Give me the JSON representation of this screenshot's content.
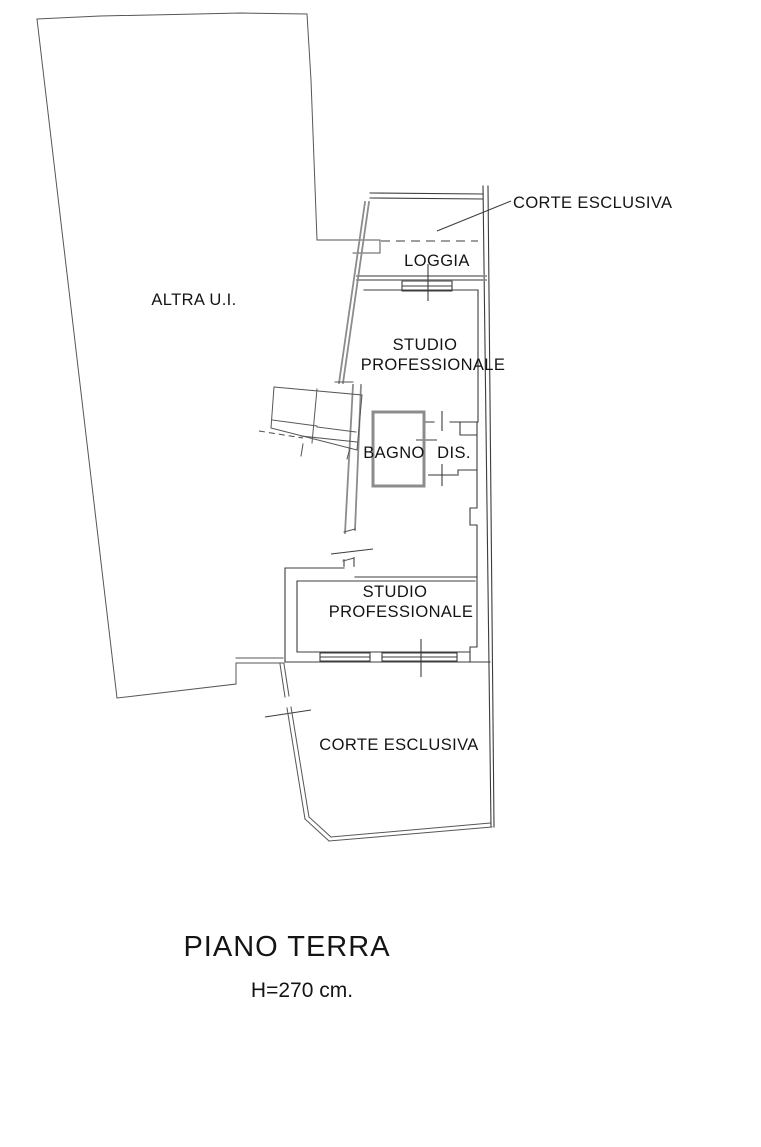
{
  "plan": {
    "labels": {
      "altra_ui": "ALTRA U.I.",
      "corte_top": "CORTE ESCLUSIVA",
      "loggia": "LOGGIA",
      "studio_upper_line1": "STUDIO",
      "studio_upper_line2": "PROFESSIONALE",
      "bagno": "BAGNO",
      "dis": "DIS.",
      "studio_lower_line1": "STUDIO",
      "studio_lower_line2": "PROFESSIONALE",
      "corte_bottom": "CORTE ESCLUSIVA"
    },
    "title": "PIANO TERRA",
    "subtitle": "H=270 cm.",
    "colors": {
      "line": "#3c3c3c",
      "wall_gray": "#8c8c8c",
      "text": "#141414",
      "background": "#ffffff"
    }
  }
}
